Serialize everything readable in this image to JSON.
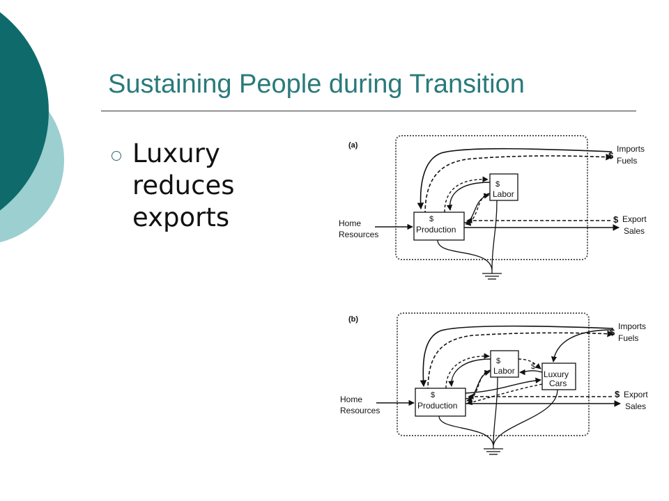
{
  "slide": {
    "title": "Sustaining People during Transition",
    "bullet_lines": [
      "Luxury",
      "reduces",
      "exports"
    ]
  },
  "diagram_a": {
    "panel_label": "(a)",
    "imports_dollar": "$",
    "imports_label": "Imports",
    "fuels_label": "Fuels",
    "labor_dollar": "$",
    "labor_label": "Labor",
    "production_dollar": "$",
    "production_label": "Production",
    "home_label": "Home",
    "resources_label": "Resources",
    "export_dollar": "$",
    "export_label": "Export",
    "sales_label": "Sales"
  },
  "diagram_b": {
    "panel_label": "(b)",
    "imports_dollar": "$",
    "imports_label": "Imports",
    "fuels_label": "Fuels",
    "labor_dollar": "$",
    "labor_label": "Labor",
    "luxury_dollar": "$",
    "luxury_label": "Luxury",
    "cars_label": "Cars",
    "production_dollar": "$",
    "production_label": "Production",
    "home_label": "Home",
    "resources_label": "Resources",
    "export_dollar": "$",
    "export_label": "Export",
    "sales_label": "Sales"
  },
  "colors": {
    "teal_dark": "#0f6b6b",
    "teal_light": "#9ccfd0",
    "title": "#2a7a7a"
  }
}
